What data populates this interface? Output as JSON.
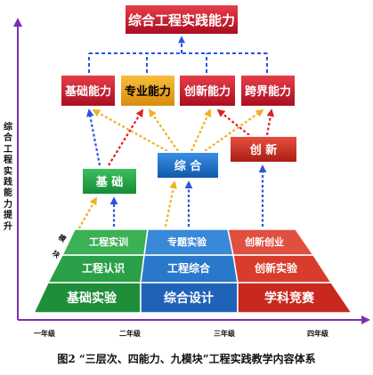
{
  "top_box": {
    "label": "综合工程实践能力"
  },
  "abilities": [
    {
      "label": "基础能力",
      "color": "#c8102e"
    },
    {
      "label": "专业能力",
      "color": "#e8a016"
    },
    {
      "label": "创新能力",
      "color": "#c8102e"
    },
    {
      "label": "跨界能力",
      "color": "#c8102e"
    }
  ],
  "layers": [
    {
      "label": "基  础",
      "color": "#22a34a"
    },
    {
      "label": "综  合",
      "color": "#1670c8"
    },
    {
      "label": "创  新",
      "color": "#c8281e"
    }
  ],
  "modules": {
    "row_top": [
      "工程实训",
      "专题实验",
      "创新创业"
    ],
    "row_mid": [
      "工程认识",
      "工程综合",
      "创新实验"
    ],
    "row_bottom": [
      "基础实验",
      "综合设计",
      "学科竞赛"
    ]
  },
  "side_labels": {
    "upper": "模",
    "lower": "块"
  },
  "y_axis_label": "综合工程实践能力提升",
  "x_ticks": [
    "一年级",
    "二年级",
    "三年级",
    "四年级"
  ],
  "caption": "图2 “三层次、四能力、九模块”工程实践教学内容体系",
  "colors": {
    "red": "#c8102e",
    "orange": "#e8a016",
    "green": "#22a34a",
    "blue": "#1670c8",
    "axis": "#7b2fb0",
    "arrow_blue": "#2a55e0",
    "arrow_red": "#e02020",
    "arrow_yellow": "#f0b020"
  }
}
